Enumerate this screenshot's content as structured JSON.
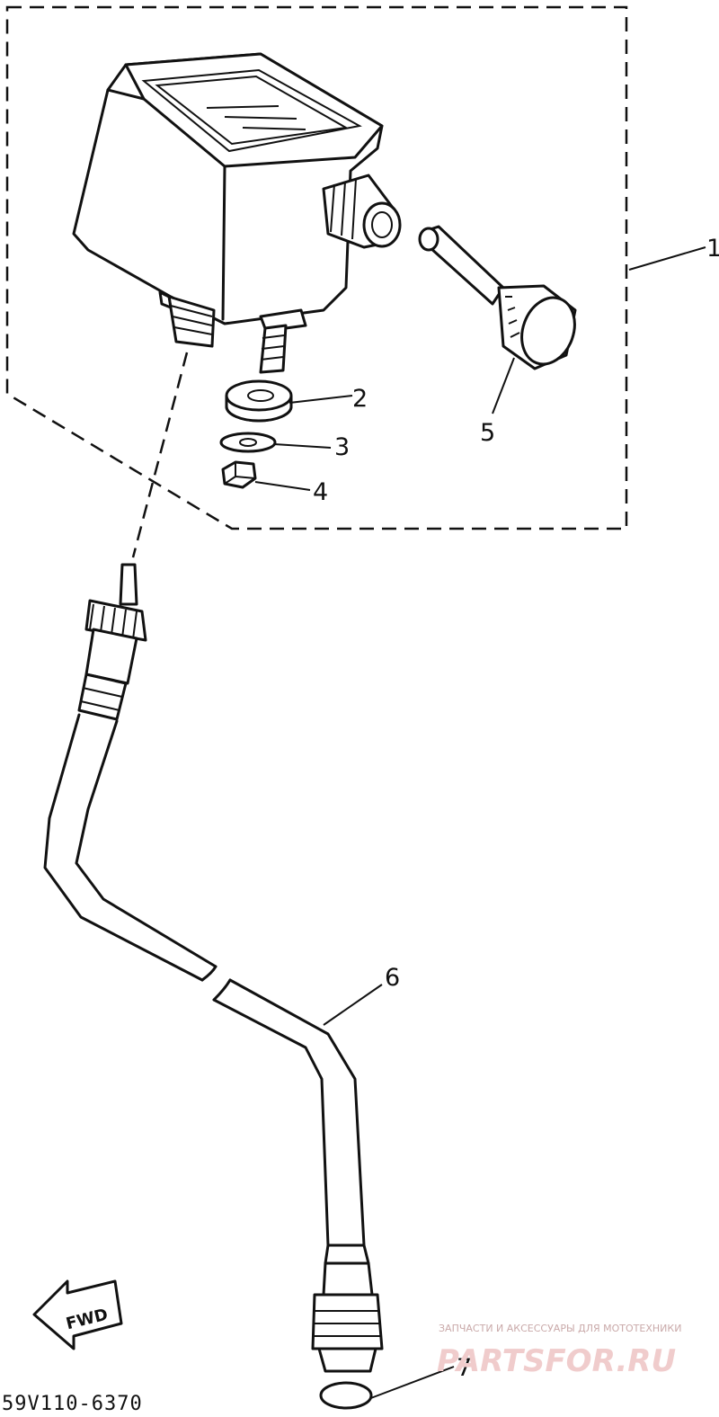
{
  "callouts": [
    {
      "id": "1",
      "text": "1"
    },
    {
      "id": "2",
      "text": "2"
    },
    {
      "id": "3",
      "text": "3"
    },
    {
      "id": "4",
      "text": "4"
    },
    {
      "id": "5",
      "text": "5"
    },
    {
      "id": "6",
      "text": "6"
    },
    {
      "id": "7",
      "text": "7"
    }
  ],
  "direction_arrow": {
    "text": "FWD"
  },
  "diagram_code": "59V110-6370",
  "watermark": {
    "tagline": "ЗАПЧАСТИ И АКСЕССУАРЫ ДЛЯ МОТОТЕХНИКИ",
    "brand": "PARTSFOR.RU"
  },
  "colors": {
    "ink": "#111111",
    "watermark": "#f0cccc"
  }
}
